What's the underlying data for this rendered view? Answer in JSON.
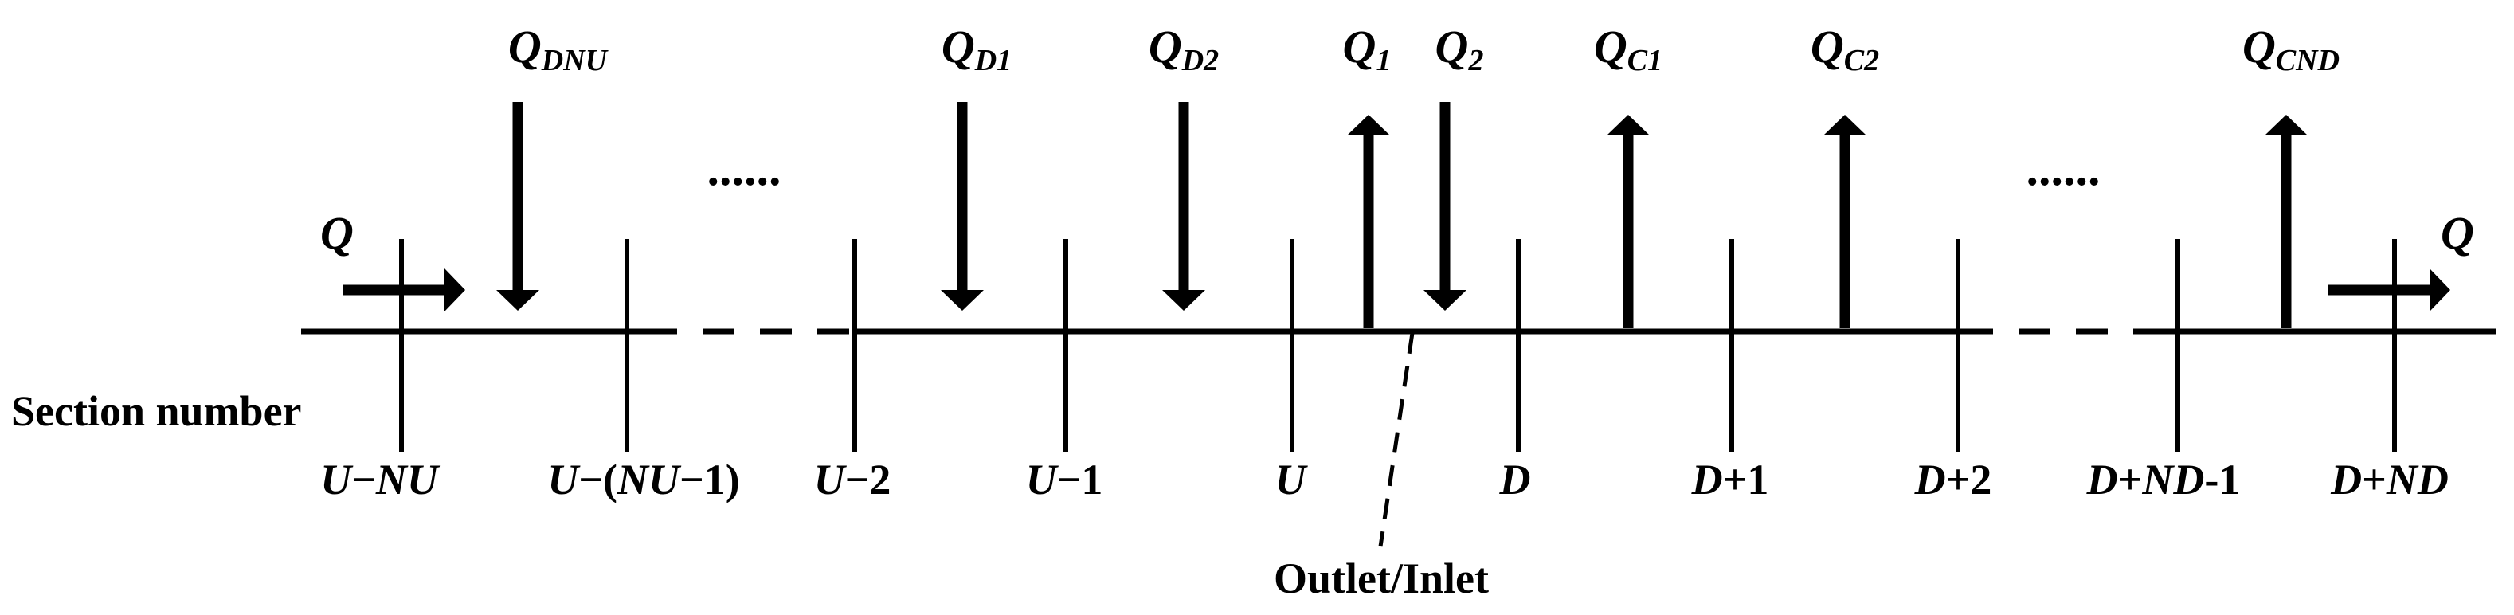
{
  "flow": {
    "inflow_label": "Q",
    "outflow_label": "Q"
  },
  "lateral_flows": {
    "q_dnu": {
      "base": "Q",
      "sub": "DNU"
    },
    "q_d1": {
      "base": "Q",
      "sub": "D1"
    },
    "q_d2": {
      "base": "Q",
      "sub": "D2"
    },
    "q_1": {
      "base": "Q",
      "sub": "1"
    },
    "q_2": {
      "base": "Q",
      "sub": "2"
    },
    "q_c1": {
      "base": "Q",
      "sub": "C1"
    },
    "q_c2": {
      "base": "Q",
      "sub": "C2"
    },
    "q_cnd": {
      "base": "Q",
      "sub": "CND"
    }
  },
  "ellipsis": {
    "left": "......",
    "right": "......"
  },
  "section_number_label": "Section number",
  "sections": {
    "u_minus_nu": {
      "a": "U",
      "b": "−",
      "c": "NU",
      "d": ""
    },
    "u_minus_nu_minus_1": {
      "a": "U",
      "b": "−(",
      "c": "NU",
      "d": "−1)"
    },
    "u_minus_2": {
      "a": "U",
      "b": "−2",
      "c": "",
      "d": ""
    },
    "u_minus_1": {
      "a": "U",
      "b": "−1",
      "c": "",
      "d": ""
    },
    "u": {
      "a": "U",
      "b": "",
      "c": "",
      "d": ""
    },
    "d": {
      "a": "D",
      "b": "",
      "c": "",
      "d": ""
    },
    "d_plus_1": {
      "a": "D",
      "b": "+1",
      "c": "",
      "d": ""
    },
    "d_plus_2": {
      "a": "D",
      "b": "+2",
      "c": "",
      "d": ""
    },
    "d_plus_nd_minus_1": {
      "a": "D",
      "b": "+",
      "c": "ND",
      "d": "-1"
    },
    "d_plus_nd": {
      "a": "D",
      "b": "+",
      "c": "ND",
      "d": ""
    }
  },
  "outlet_inlet_label": "Outlet/Inlet"
}
